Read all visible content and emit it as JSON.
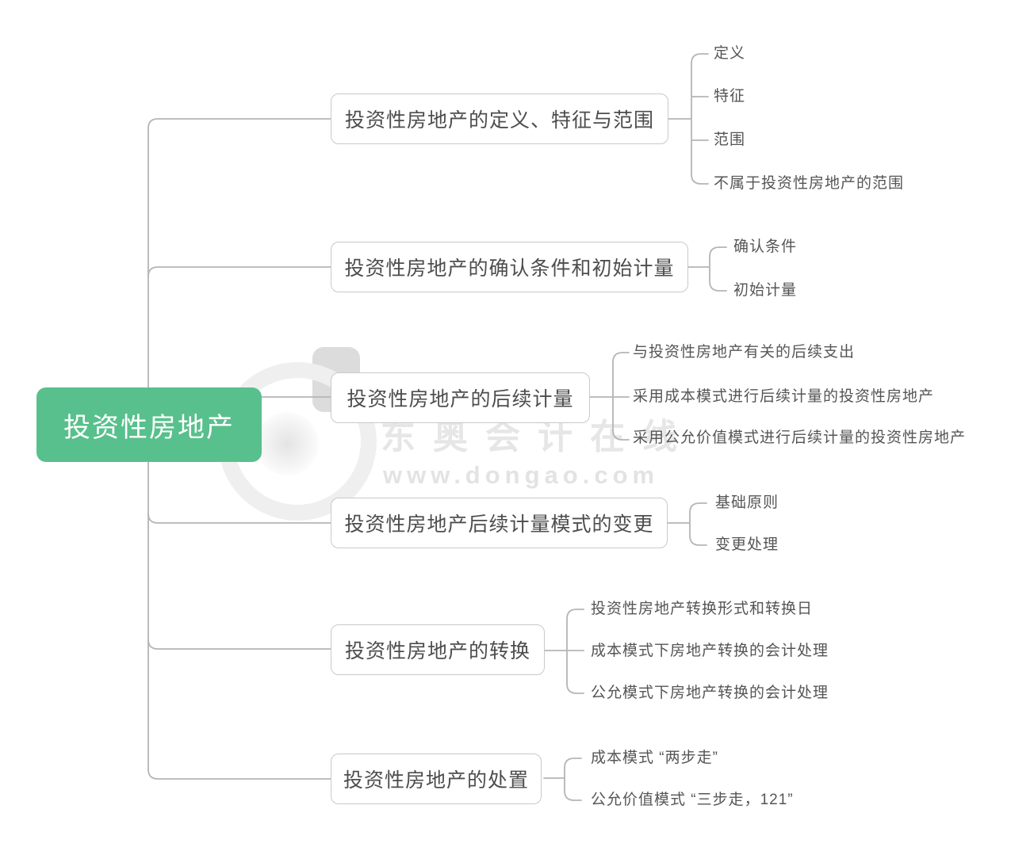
{
  "root": {
    "label": "投资性房地产"
  },
  "watermark": {
    "brand": "东奥会计在线",
    "url": "www.dongao.com"
  },
  "colors": {
    "root_bg": "#58c08c",
    "root_text": "#ffffff",
    "node_border": "#c9c9c9",
    "node_text": "#4d4d4d",
    "leaf_text": "#555555",
    "line": "#b5b5b5",
    "watermark": "#e6e6e6"
  },
  "branches": [
    {
      "label": "投资性房地产的定义、特征与范围",
      "children": [
        "定义",
        "特征",
        "范围",
        "不属于投资性房地产的范围"
      ]
    },
    {
      "label": "投资性房地产的确认条件和初始计量",
      "children": [
        "确认条件",
        "初始计量"
      ]
    },
    {
      "label": "投资性房地产的后续计量",
      "children": [
        "与投资性房地产有关的后续支出",
        "采用成本模式进行后续计量的投资性房地产",
        "采用公允价值模式进行后续计量的投资性房地产"
      ]
    },
    {
      "label": "投资性房地产后续计量模式的变更",
      "children": [
        "基础原则",
        "变更处理"
      ]
    },
    {
      "label": "投资性房地产的转换",
      "children": [
        "投资性房地产转换形式和转换日",
        "成本模式下房地产转换的会计处理",
        "公允模式下房地产转换的会计处理"
      ]
    },
    {
      "label": "投资性房地产的处置",
      "children": [
        "成本模式 “两步走”",
        "公允价值模式 “三步走，121”"
      ]
    }
  ]
}
